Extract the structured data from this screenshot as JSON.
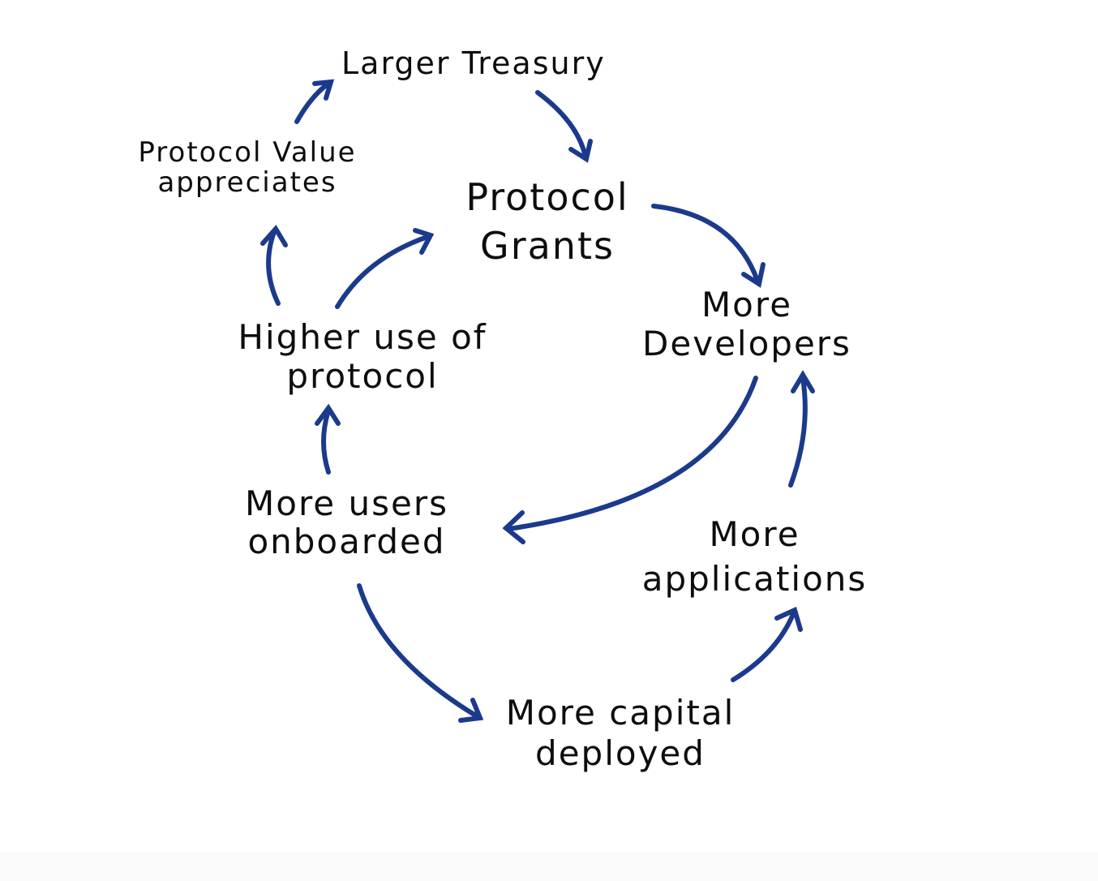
{
  "colors": {
    "arrow": "#1c3a8c",
    "text": "#0d0d0d",
    "background": "#ffffff"
  },
  "nodes": {
    "larger_treasury": "Larger Treasury",
    "protocol_value": [
      "Protocol Value",
      "appreciates"
    ],
    "protocol_grants": [
      "Protocol",
      "Grants"
    ],
    "more_developers": [
      "More",
      "Developers"
    ],
    "higher_use": [
      "Higher use of",
      "protocol"
    ],
    "more_users": [
      "More users",
      "onboarded"
    ],
    "more_applications": [
      "More",
      "applications"
    ],
    "more_capital": [
      "More capital",
      "deployed"
    ]
  },
  "edges": [
    {
      "from": "Larger Treasury",
      "to": "Protocol Grants"
    },
    {
      "from": "Protocol Grants",
      "to": "More Developers"
    },
    {
      "from": "More Developers",
      "to": "More users onboarded"
    },
    {
      "from": "More users onboarded",
      "to": "More capital deployed"
    },
    {
      "from": "More capital deployed",
      "to": "More applications"
    },
    {
      "from": "More applications",
      "to": "More Developers"
    },
    {
      "from": "More users onboarded",
      "to": "Higher use of protocol"
    },
    {
      "from": "Higher use of protocol",
      "to": "Protocol Grants"
    },
    {
      "from": "Higher use of protocol",
      "to": "Protocol Value appreciates"
    },
    {
      "from": "Protocol Value appreciates",
      "to": "Larger Treasury"
    }
  ]
}
